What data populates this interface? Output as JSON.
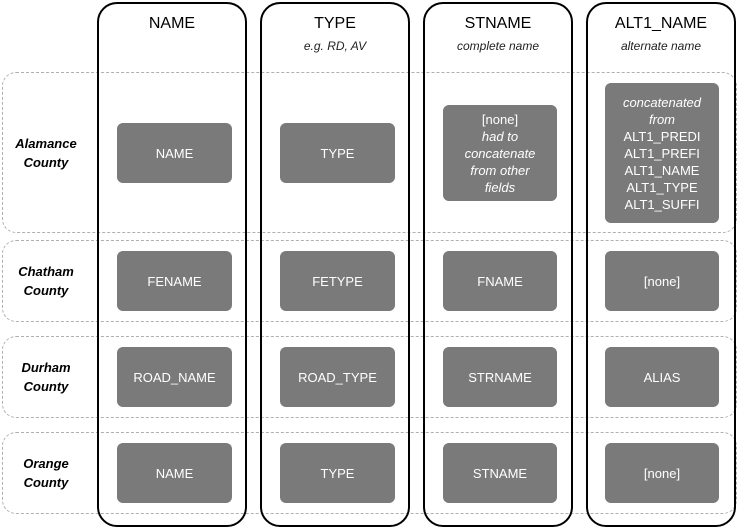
{
  "columns": [
    {
      "title": "NAME",
      "subtitle": ""
    },
    {
      "title": "TYPE",
      "subtitle": "e.g. RD, AV"
    },
    {
      "title": "STNAME",
      "subtitle": "complete name"
    },
    {
      "title": "ALT1_NAME",
      "subtitle": "alternate name"
    }
  ],
  "rows": [
    {
      "label_line1": "Alamance",
      "label_line2": "County",
      "cells": {
        "name": "NAME",
        "type": "TYPE",
        "stname": [
          "[none]",
          "had to",
          "concatenate",
          "from other",
          "fields"
        ],
        "alt1_name": [
          "concatenated",
          "from",
          "ALT1_PREDI",
          "ALT1_PREFI",
          "ALT1_NAME",
          "ALT1_TYPE",
          "ALT1_SUFFI"
        ]
      }
    },
    {
      "label_line1": "Chatham",
      "label_line2": "County",
      "cells": {
        "name": "FENAME",
        "type": "FETYPE",
        "stname": "FNAME",
        "alt1_name": "[none]"
      }
    },
    {
      "label_line1": "Durham",
      "label_line2": "County",
      "cells": {
        "name": "ROAD_NAME",
        "type": "ROAD_TYPE",
        "stname": "STRNAME",
        "alt1_name": "ALIAS"
      }
    },
    {
      "label_line1": "Orange",
      "label_line2": "County",
      "cells": {
        "name": "NAME",
        "type": "TYPE",
        "stname": "STNAME",
        "alt1_name": "[none]"
      }
    }
  ]
}
